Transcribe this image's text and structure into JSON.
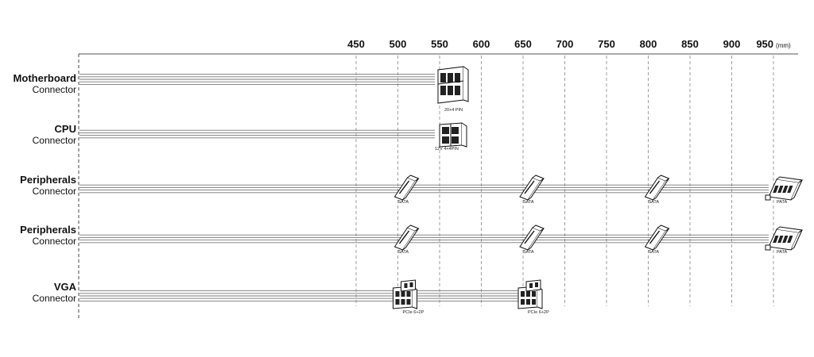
{
  "scale": {
    "ticks": [
      "450",
      "500",
      "550",
      "600",
      "650",
      "700",
      "750",
      "800",
      "850",
      "900",
      "950"
    ],
    "unit": "(mm)"
  },
  "rows": [
    {
      "title": "Motherboard",
      "subtitle": "Connector",
      "wires": 5,
      "connectors": [
        {
          "type": "atx",
          "position_mm": 550,
          "label": "20+4 PIN"
        }
      ]
    },
    {
      "title": "CPU",
      "subtitle": "Connector",
      "wires": 4,
      "connectors": [
        {
          "type": "eps",
          "position_mm": 550,
          "label": "12V 4+4PIN"
        }
      ]
    },
    {
      "title": "Peripherals",
      "subtitle": "Connector",
      "wires": 4,
      "connectors": [
        {
          "type": "sata",
          "position_mm": 500,
          "label": "SATA"
        },
        {
          "type": "sata",
          "position_mm": 650,
          "label": "SATA"
        },
        {
          "type": "sata",
          "position_mm": 800,
          "label": "SATA"
        },
        {
          "type": "pata",
          "position_mm": 950,
          "label": "PATA"
        }
      ]
    },
    {
      "title": "Peripherals",
      "subtitle": "Connector",
      "wires": 4,
      "connectors": [
        {
          "type": "sata",
          "position_mm": 500,
          "label": "SATA"
        },
        {
          "type": "sata",
          "position_mm": 650,
          "label": "SATA"
        },
        {
          "type": "sata",
          "position_mm": 800,
          "label": "SATA"
        },
        {
          "type": "pata",
          "position_mm": 950,
          "label": "PATA"
        }
      ]
    },
    {
      "title": "VGA",
      "subtitle": "Connector",
      "wires": 5,
      "connectors": [
        {
          "type": "pcie",
          "position_mm": 500,
          "label": "PCIe 6+2P"
        },
        {
          "type": "pcie",
          "position_mm": 650,
          "label": "PCIe 6+2P"
        }
      ]
    }
  ]
}
